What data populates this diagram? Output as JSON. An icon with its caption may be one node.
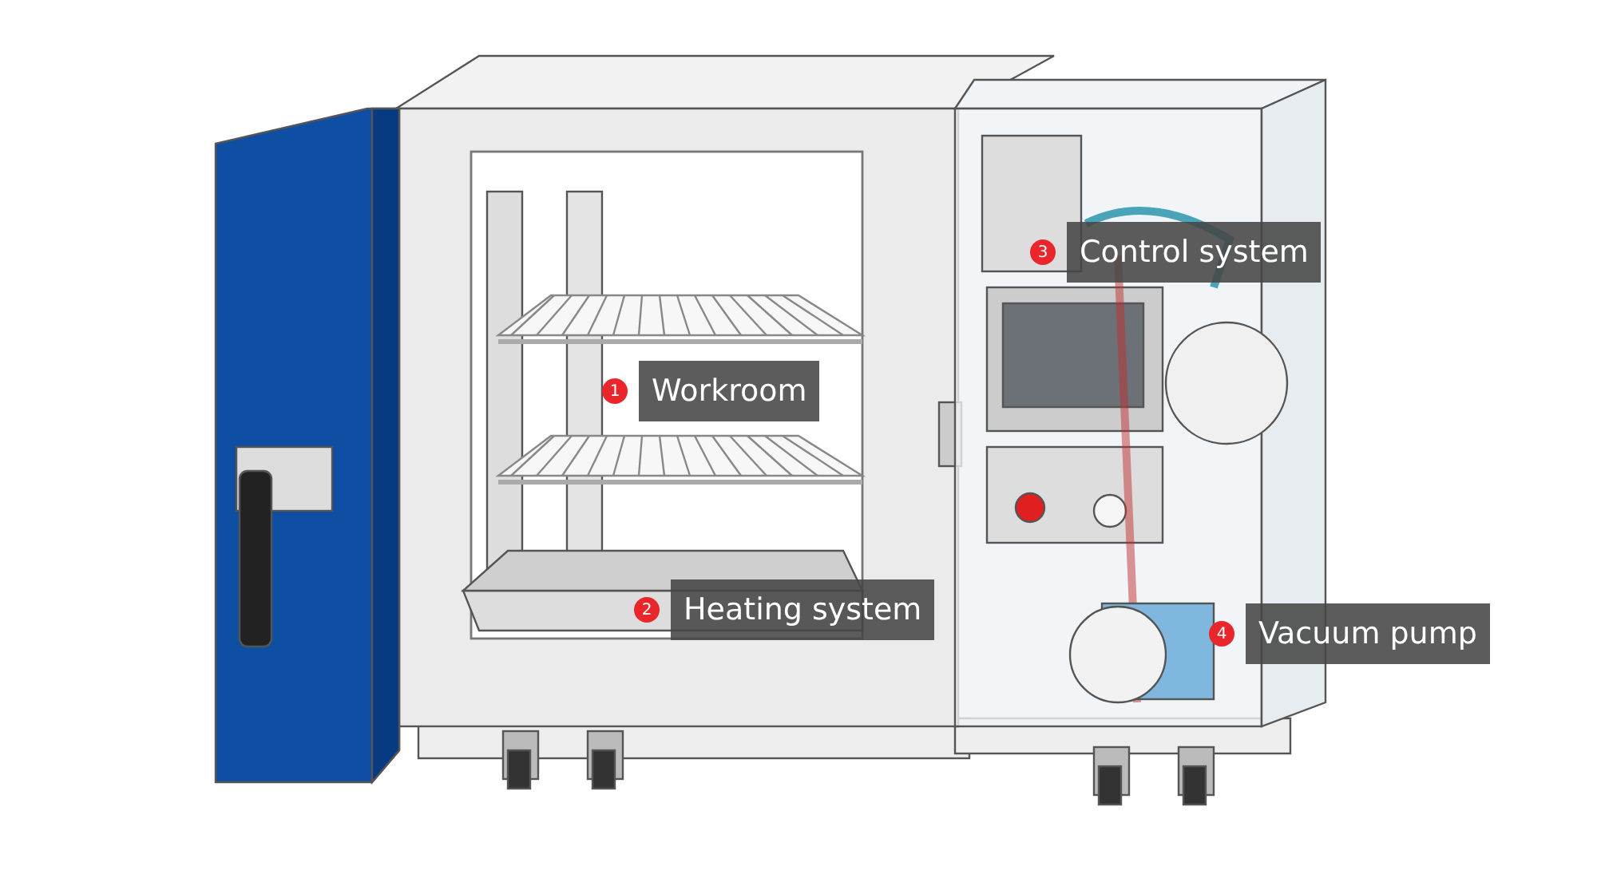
{
  "diagram": {
    "nodes": [
      {
        "text": [
          "Workroom"
        ],
        "beside": [
          "1"
        ]
      },
      {
        "text": [
          "Heating system"
        ],
        "beside": [
          "2"
        ]
      },
      {
        "text": [
          "Control system"
        ],
        "beside": [
          "3"
        ]
      },
      {
        "text": [
          "Vacuum pump"
        ],
        "beside": [
          "4"
        ]
      }
    ],
    "edges": []
  }
}
